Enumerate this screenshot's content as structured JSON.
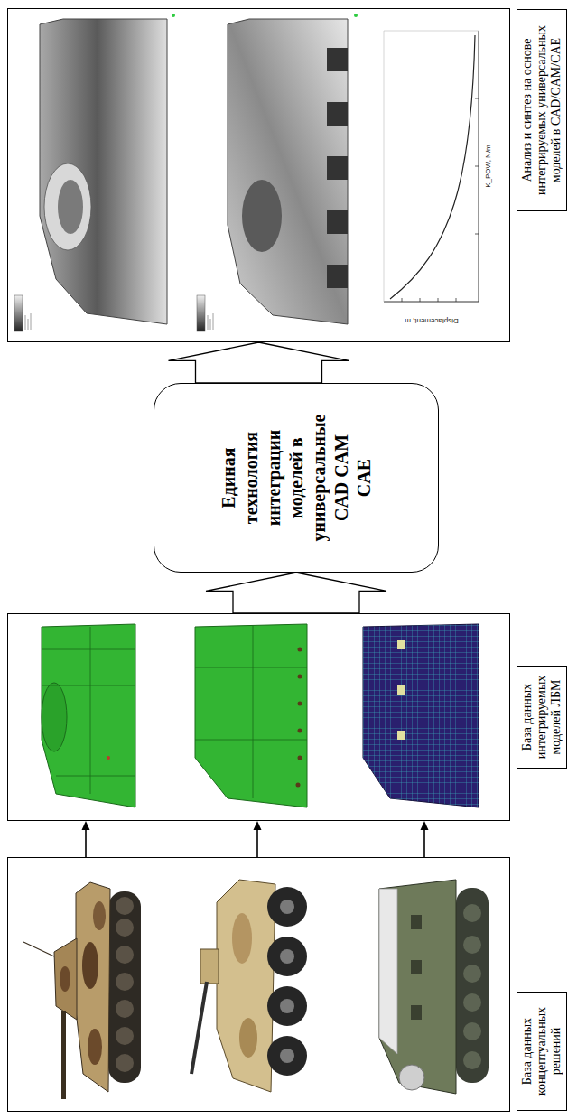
{
  "diagram": {
    "nodes": [
      {
        "text": [
          "База данных концептуальных решений"
        ]
      },
      {
        "text": [
          "База данных интегрируемых моделей ЛБМ"
        ]
      },
      {
        "text": [
          "Единая технология интеграции моделей в универсальные CAD CAM CAE"
        ]
      },
      {
        "text": [
          "Анализ и синтез на основе интегрируемых универсальных моделей в CAD/CAM/CAE"
        ]
      }
    ],
    "edges": [
      {
        "from": 0,
        "to": 1,
        "arrow": "to"
      },
      {
        "from": 0,
        "to": 1,
        "arrow": "to"
      },
      {
        "from": 0,
        "to": 1,
        "arrow": "to"
      },
      {
        "from": 1,
        "to": 2,
        "arrow": "to"
      },
      {
        "from": 2,
        "to": 3,
        "arrow": "to"
      }
    ],
    "labels": [
      "Displacement, m",
      "K_POW, N/m"
    ]
  }
}
